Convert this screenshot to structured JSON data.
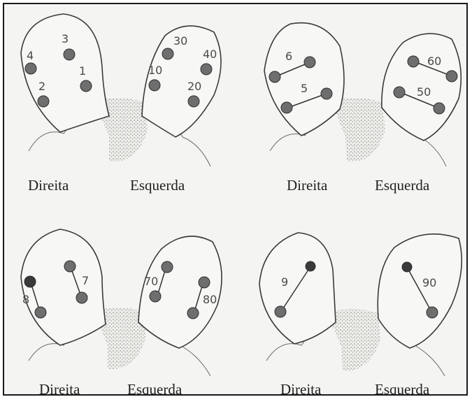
{
  "panels": [
    {
      "right_side_label": "Direita",
      "left_side_label": "Esquerda",
      "right_ear": {
        "points": [
          {
            "label": "4"
          },
          {
            "label": "3"
          },
          {
            "label": "1"
          },
          {
            "label": "2"
          }
        ],
        "lines": []
      },
      "left_ear": {
        "points": [
          {
            "label": "30"
          },
          {
            "label": "40"
          },
          {
            "label": "10"
          },
          {
            "label": "20"
          }
        ],
        "lines": []
      }
    },
    {
      "right_side_label": "Direita",
      "left_side_label": "Esquerda",
      "right_ear": {
        "points": [
          {
            "label": "6"
          },
          {
            "label": "5"
          }
        ],
        "lines": [
          {
            "label": "6"
          },
          {
            "label": "5"
          }
        ]
      },
      "left_ear": {
        "points": [
          {
            "label": "60"
          },
          {
            "label": "50"
          }
        ],
        "lines": [
          {
            "label": "60"
          },
          {
            "label": "50"
          }
        ]
      }
    },
    {
      "right_side_label": "Direita",
      "left_side_label": "Esquerda",
      "right_ear": {
        "points": [
          {
            "label": "8"
          },
          {
            "label": "7"
          }
        ],
        "lines": [
          {
            "label": "8"
          },
          {
            "label": "7"
          }
        ]
      },
      "left_ear": {
        "points": [
          {
            "label": "70"
          },
          {
            "label": "80"
          }
        ],
        "lines": [
          {
            "label": "70"
          },
          {
            "label": "80"
          }
        ]
      }
    },
    {
      "right_side_label": "Direita",
      "left_side_label": "Esquerda",
      "right_ear": {
        "points": [
          {
            "label": "9"
          }
        ],
        "lines": [
          {
            "label": "9"
          }
        ]
      },
      "left_ear": {
        "points": [
          {
            "label": "90"
          }
        ],
        "lines": [
          {
            "label": "90"
          }
        ]
      }
    }
  ],
  "colors": {
    "outline": "#3a3a3a",
    "dot_fill": "#6e6e6e",
    "dot_stroke": "#2e2e2e",
    "stipple": "#8a8a8a",
    "connector": "#333333"
  }
}
